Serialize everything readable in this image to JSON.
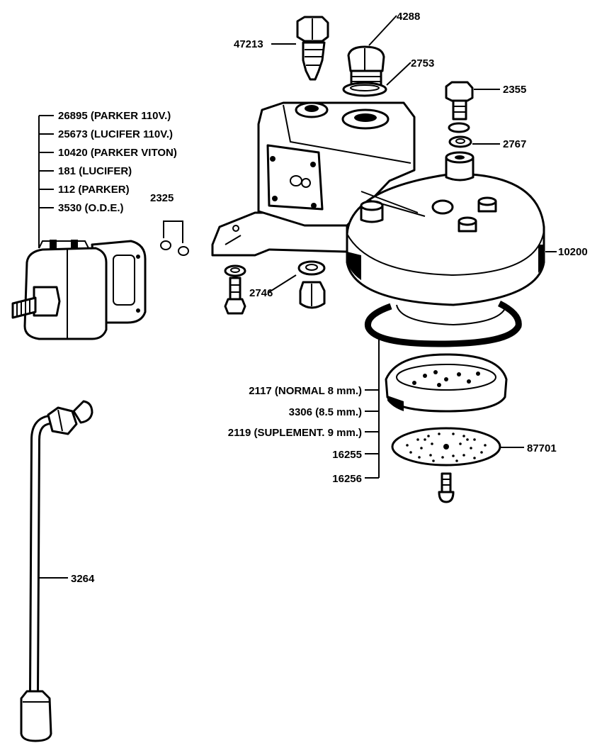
{
  "labels": {
    "l47213": "47213",
    "l4288": "4288",
    "l2753": "2753",
    "l2355": "2355",
    "l2767": "2767",
    "l10200": "10200",
    "l2746": "2746",
    "l2325": "2325",
    "l87701": "87701",
    "l3264": "3264"
  },
  "valve_group": [
    "26895 (PARKER 110V.)",
    "25673 (LUCIFER 110V.)",
    "10420 (PARKER VITON)",
    "181 (LUCIFER)",
    "112 (PARKER)",
    "3530 (O.D.E.)"
  ],
  "gasket_group": [
    "2117 (NORMAL 8 mm.)",
    "3306 (8.5 mm.)",
    "2119 (SUPLEMENT. 9 mm.)",
    "16255",
    "16256"
  ]
}
